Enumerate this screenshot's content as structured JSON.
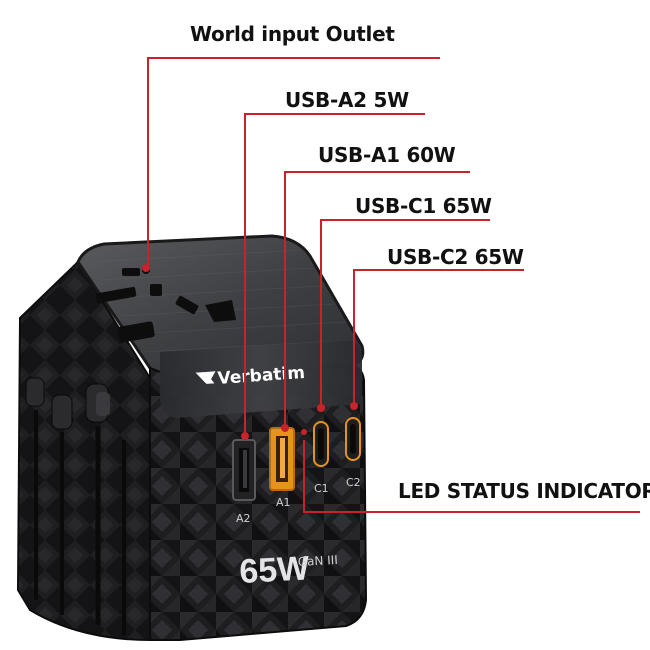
{
  "callouts": {
    "world_outlet": "World input Outlet",
    "usb_a2": "USB-A2 5W",
    "usb_a1": "USB-A1 60W",
    "usb_c1": "USB-C1 65W",
    "usb_c2": "USB-C2 65W",
    "led_status": "LED STATUS INDICATOR"
  },
  "product": {
    "brand": "Verbatim",
    "wattage": "65W",
    "tech": "GaN III",
    "port_labels": {
      "a2": "A2",
      "a1": "A1",
      "c1": "C1",
      "c2": "C2"
    }
  },
  "colors": {
    "callout_line": "#c8222a",
    "body": "#1a1a1c",
    "top_plate": "#4a4b4e",
    "port_orange": "#e8921e"
  }
}
